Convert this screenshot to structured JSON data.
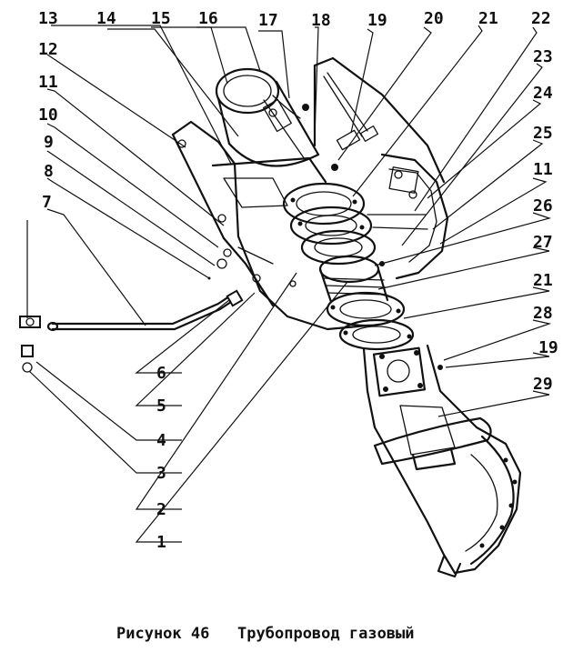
{
  "figure": {
    "caption": "Рисунок 46   Трубопровод газовый",
    "callouts": {
      "n1": "1",
      "n2": "2",
      "n3": "3",
      "n4": "4",
      "n5": "5",
      "n6": "6",
      "n7": "7",
      "n8": "8",
      "n9": "9",
      "n10": "10",
      "n11a": "11",
      "n12": "12",
      "n13": "13",
      "n14": "14",
      "n15": "15",
      "n16": "16",
      "n17": "17",
      "n18": "18",
      "n19a": "19",
      "n20": "20",
      "n21a": "21",
      "n22": "22",
      "n23": "23",
      "n24": "24",
      "n25": "25",
      "n11b": "11",
      "n26": "26",
      "n27": "27",
      "n21b": "21",
      "n28": "28",
      "n19b": "19",
      "n29": "29"
    }
  },
  "colors": {
    "ink": "#111111",
    "paper": "#ffffff"
  }
}
